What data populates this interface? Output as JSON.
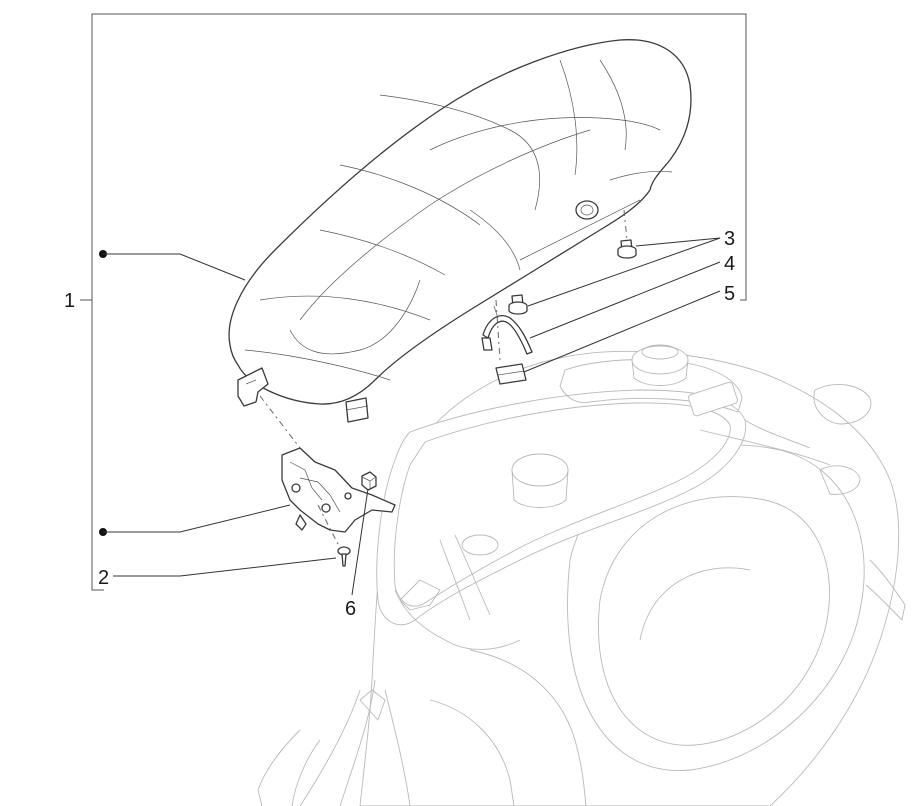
{
  "diagram": {
    "labels": [
      {
        "id": "label-1",
        "text": "1"
      },
      {
        "id": "label-2",
        "text": "2"
      },
      {
        "id": "label-3",
        "text": "3"
      },
      {
        "id": "label-4",
        "text": "4"
      },
      {
        "id": "label-5",
        "text": "5"
      },
      {
        "id": "label-6",
        "text": "6"
      }
    ]
  }
}
